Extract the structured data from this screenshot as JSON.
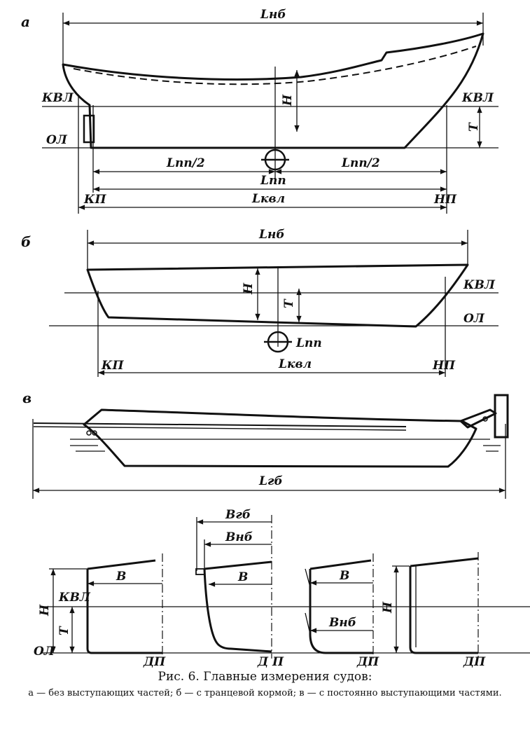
{
  "panels": {
    "a": "а",
    "b": "б",
    "v": "в"
  },
  "labels": {
    "L_nb": "Lнб",
    "L_pp": "Lпп",
    "L_pp_half": "Lпп/2",
    "L_kvl": "Lквл",
    "L_gb": "Lгб",
    "KVL": "КВЛ",
    "OL": "ОЛ",
    "KP": "КП",
    "NP": "НП",
    "H": "Н",
    "T": "Т",
    "B": "В",
    "B_gb": "Вгб",
    "B_nb": "Внб",
    "DP": "ДП",
    "DP_alt": "Д П"
  },
  "caption": {
    "title": "Рис. 6. Главные измерения судов:",
    "subtitle": "а — без выступающих частей; б — с транцевой кормой; в — с постоянно выступающими частями."
  }
}
